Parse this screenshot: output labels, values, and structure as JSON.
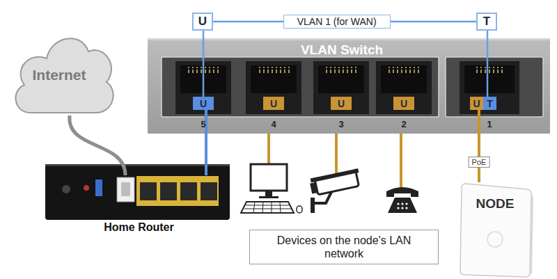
{
  "diagram": {
    "nodes": [
      {
        "text": [
          "Internet"
        ]
      },
      {
        "text": [
          "U"
        ]
      },
      {
        "text": [
          "T"
        ]
      },
      {
        "text": [
          "VLAN Switch"
        ]
      },
      {
        "text": [
          "U"
        ],
        "in": 3
      },
      {
        "text": [
          "U"
        ],
        "in": 3
      },
      {
        "text": [
          "U"
        ],
        "in": 3
      },
      {
        "text": [
          "U"
        ],
        "in": 3
      },
      {
        "text": [
          "U",
          "T"
        ],
        "in": 3
      },
      {
        "text": [
          "Home Router"
        ]
      },
      {
        "text": [
          "Devices on the node's LAN network"
        ]
      },
      {
        "text": [
          "NODE"
        ]
      }
    ],
    "edges": [
      {
        "from": 1,
        "to": 2,
        "arrow": "none",
        "label": "VLAN 1 (for WAN)"
      },
      {
        "from": 1,
        "to": 4,
        "arrow": "none"
      },
      {
        "from": 2,
        "to": 8,
        "arrow": "none"
      },
      {
        "from": 0,
        "to": 9,
        "arrow": "none"
      },
      {
        "from": 9,
        "to": 4,
        "arrow": "none"
      },
      {
        "from": 8,
        "to": 11,
        "arrow": "none",
        "label": "PoE"
      }
    ],
    "labels": [
      "5",
      "4",
      "3",
      "2",
      "1"
    ]
  }
}
